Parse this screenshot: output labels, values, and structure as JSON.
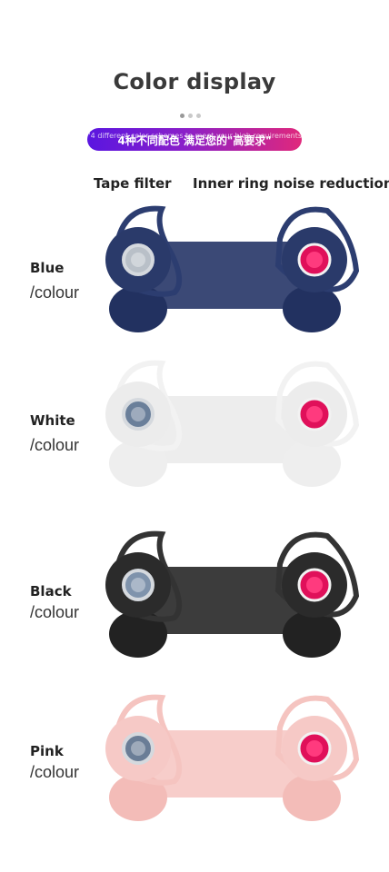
{
  "header": {
    "title": "Color display",
    "banner_cn": "4种不同配色 满足您的\"高要求\"",
    "banner_en": "\"4 different color schemes to meet your high requirements\""
  },
  "labels": {
    "tape_filter": "Tape filter",
    "inner_ring": "Inner ring noise reduction"
  },
  "variants": [
    {
      "name": "Blue",
      "suffix": "/colour",
      "body": "#2a3a6a",
      "hook": "#2c3d70",
      "bud": "#223160",
      "filter": "#b9c0c8",
      "tip": "#e0105a"
    },
    {
      "name": "White",
      "suffix": "/colour",
      "body": "#ececec",
      "hook": "#f2f2f2",
      "bud": "#eeeeee",
      "filter": "#6a7f9a",
      "tip": "#e0105a"
    },
    {
      "name": "Black",
      "suffix": "/colour",
      "body": "#2b2b2b",
      "hook": "#333333",
      "bud": "#222222",
      "filter": "#7f93ac",
      "tip": "#e0105a"
    },
    {
      "name": "Pink",
      "suffix": "/colour",
      "body": "#f6c9c6",
      "hook": "#f5c4c0",
      "bud": "#f3bcb8",
      "filter": "#6a7d96",
      "tip": "#e0105a"
    }
  ],
  "colors": {
    "banner_start": "#5a16e0",
    "banner_end": "#e0287c"
  }
}
